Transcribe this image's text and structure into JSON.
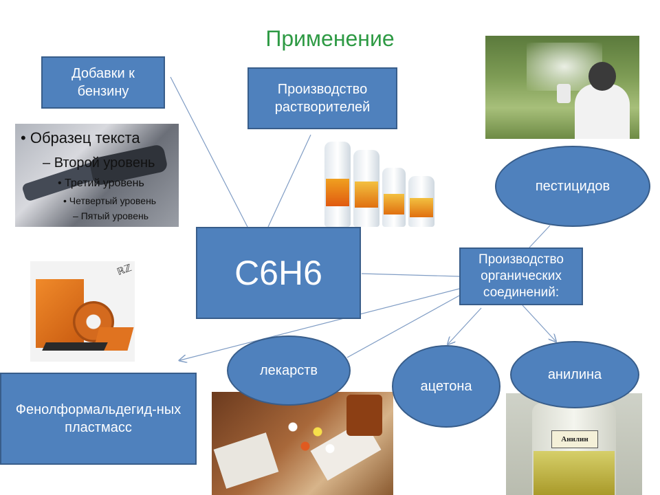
{
  "title": "Применение",
  "center": "C6H6",
  "nodes": {
    "gasoline": "Добавки к бензину",
    "solvents": "Производство растворителей",
    "organic": "Производство органических соединений:",
    "pesticides": "пестицидов",
    "medicines": "лекарств",
    "acetone": "ацетона",
    "aniline": "анилина",
    "plastics": "Фенолформальдегид-ных пластмасс"
  },
  "placeholder_outline": {
    "level1": "Образец текста",
    "level2": "Второй уровень",
    "level3": "Третий уровень",
    "level4": "Четвертый уровень",
    "level5": "Пятый уровень"
  },
  "aniline_label": "Анилин",
  "colors": {
    "box_fill": "#4f81bd",
    "box_border": "#385d8a",
    "title": "#2e9a44",
    "line": "#7f9cc4"
  }
}
